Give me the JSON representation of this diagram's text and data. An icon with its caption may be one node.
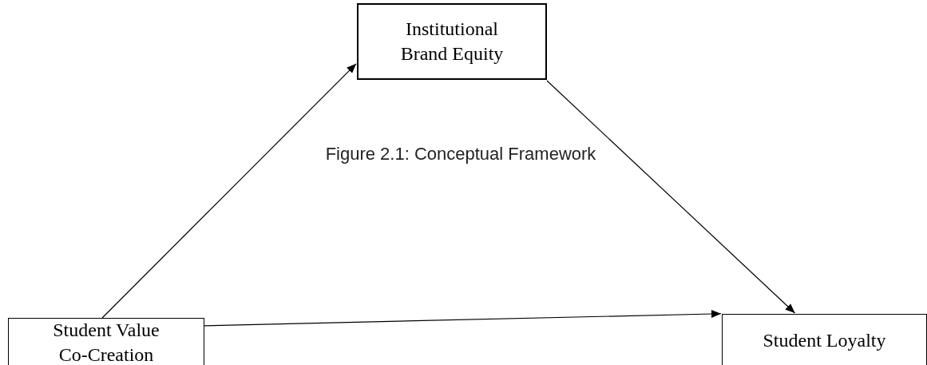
{
  "diagram": {
    "caption": "Figure 2.1: Conceptual Framework",
    "nodes": [
      {
        "text": [
          "Institutional Brand Equity"
        ]
      },
      {
        "text": [
          "Student Value Co-Creation"
        ]
      },
      {
        "text": [
          "Student Loyalty"
        ]
      }
    ],
    "edges": [
      {
        "from": 1,
        "to": 0,
        "arrow": "to"
      },
      {
        "from": 0,
        "to": 2,
        "arrow": "to"
      },
      {
        "from": 1,
        "to": 2,
        "arrow": "to"
      }
    ]
  }
}
